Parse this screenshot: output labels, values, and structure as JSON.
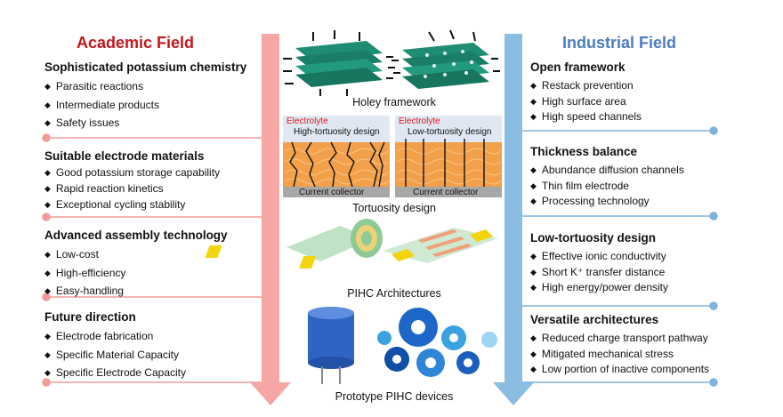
{
  "academic": {
    "title": "Academic Field",
    "title_color": "#c4161c",
    "arrow_color": "#f7a6a6",
    "sections": [
      {
        "title": "Sophisticated potassium chemistry",
        "items": [
          "Parasitic reactions",
          "Intermediate products",
          "Safety issues"
        ]
      },
      {
        "title": "Suitable electrode materials",
        "items": [
          "Good potassium storage capability",
          "Rapid reaction kinetics",
          "Exceptional cycling stability"
        ]
      },
      {
        "title": "Advanced assembly technology",
        "items": [
          "Low-cost",
          "High-efficiency",
          "Easy-handling"
        ]
      },
      {
        "title": "Future direction",
        "items": [
          "Electrode fabrication",
          "Specific Material Capacity",
          "Specific Electrode Capacity"
        ]
      }
    ]
  },
  "industrial": {
    "title": "Industrial Field",
    "title_color": "#4a7cc0",
    "arrow_color": "#8bbde3",
    "sections": [
      {
        "title": "Open framework",
        "items": [
          "Restack prevention",
          "High surface area",
          "High speed channels"
        ]
      },
      {
        "title": "Thickness balance",
        "items": [
          "Abundance diffusion channels",
          "Thin film electrode",
          "Processing technology"
        ]
      },
      {
        "title": "Low-tortuosity design",
        "items": [
          "Effective ionic conductivity",
          "Short K⁺ transfer distance",
          "High energy/power density"
        ]
      },
      {
        "title": "Versatile architectures",
        "items": [
          "Reduced charge transport pathway",
          "Mitigated mechanical stress",
          "Low portion of inactive components"
        ]
      }
    ]
  },
  "center": {
    "holey_label": "Holey framework",
    "tortuosity_label": "Tortuosity design",
    "pihc_label": "PIHC Architectures",
    "prototype_label": "Prototype PIHC devices",
    "panel_left": {
      "electrolyte": "Electrolyte",
      "design": "High-tortuosity design",
      "collector": "Current collector"
    },
    "panel_right": {
      "electrolyte": "Electrolyte",
      "design": "Low-tortuosity design",
      "collector": "Current collector"
    }
  }
}
